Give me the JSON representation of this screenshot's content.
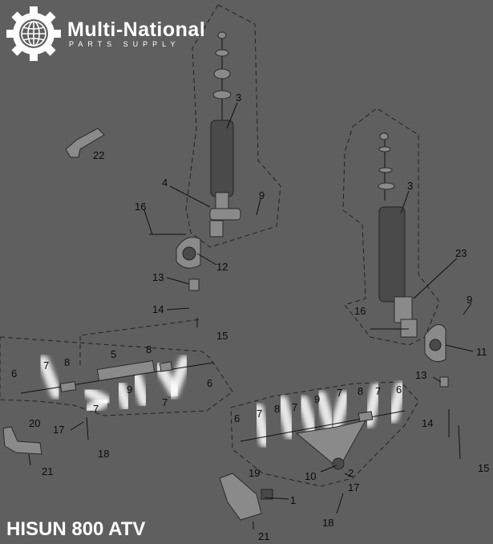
{
  "brand": {
    "name": "Multi-National",
    "tagline": "PARTS SUPPLY"
  },
  "model": "HISUN 800 ATV",
  "callouts": [
    {
      "id": "c3a",
      "text": "3"
    },
    {
      "id": "c22",
      "text": "22"
    },
    {
      "id": "c4",
      "text": "4"
    },
    {
      "id": "c9a",
      "text": "9"
    },
    {
      "id": "c16a",
      "text": "16"
    },
    {
      "id": "c12",
      "text": "12"
    },
    {
      "id": "c13a",
      "text": "13"
    },
    {
      "id": "c14a",
      "text": "14"
    },
    {
      "id": "c15a",
      "text": "15"
    },
    {
      "id": "c6a",
      "text": "6"
    },
    {
      "id": "c7a",
      "text": "7"
    },
    {
      "id": "c8a",
      "text": "8"
    },
    {
      "id": "c5",
      "text": "5"
    },
    {
      "id": "c8b",
      "text": "8"
    },
    {
      "id": "c6b",
      "text": "6"
    },
    {
      "id": "c7b",
      "text": "7"
    },
    {
      "id": "c9b",
      "text": "9"
    },
    {
      "id": "c7c",
      "text": "7"
    },
    {
      "id": "c17a",
      "text": "17"
    },
    {
      "id": "c18a",
      "text": "18"
    },
    {
      "id": "c20",
      "text": "20"
    },
    {
      "id": "c21a",
      "text": "21"
    },
    {
      "id": "c3b",
      "text": "3"
    },
    {
      "id": "c23",
      "text": "23"
    },
    {
      "id": "c16b",
      "text": "16"
    },
    {
      "id": "c9c",
      "text": "9"
    },
    {
      "id": "c11",
      "text": "11"
    },
    {
      "id": "c13b",
      "text": "13"
    },
    {
      "id": "c14b",
      "text": "14"
    },
    {
      "id": "c15b",
      "text": "15"
    },
    {
      "id": "c6c",
      "text": "6"
    },
    {
      "id": "c7d",
      "text": "7"
    },
    {
      "id": "c8c",
      "text": "8"
    },
    {
      "id": "c7e",
      "text": "7"
    },
    {
      "id": "c9d",
      "text": "9"
    },
    {
      "id": "c7f",
      "text": "7"
    },
    {
      "id": "c8d",
      "text": "8"
    },
    {
      "id": "c7g",
      "text": "7"
    },
    {
      "id": "c6d",
      "text": "6"
    },
    {
      "id": "c10",
      "text": "10"
    },
    {
      "id": "c2",
      "text": "2"
    },
    {
      "id": "c17b",
      "text": "17"
    },
    {
      "id": "c19",
      "text": "19"
    },
    {
      "id": "c1",
      "text": "1"
    },
    {
      "id": "c18b",
      "text": "18"
    },
    {
      "id": "c21b",
      "text": "21"
    }
  ]
}
